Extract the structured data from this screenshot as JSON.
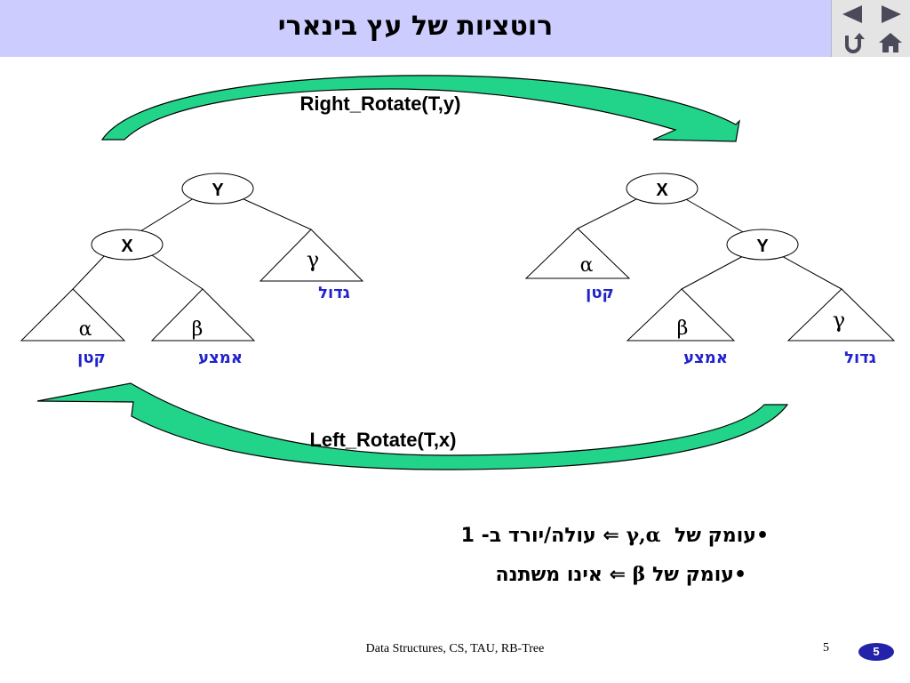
{
  "title": "רוטציות של עץ בינארי",
  "nav": {
    "prev_icon": "triangle-left-icon",
    "next_icon": "triangle-right-icon",
    "return_icon": "u-turn-return-icon",
    "home_icon": "home-icon"
  },
  "arrows": {
    "right_rotate_label": "Right_Rotate(T,y)",
    "left_rotate_label": "Left_Rotate(T,x)",
    "color": "#22d48a"
  },
  "left_tree": {
    "root_label": "Y",
    "child_label": "X",
    "subtrees": {
      "alpha": {
        "symbol": "α",
        "caption": "קטן"
      },
      "beta": {
        "symbol": "β",
        "caption": "אמצע"
      },
      "gamma": {
        "symbol": "γ",
        "caption": "גדול"
      }
    }
  },
  "right_tree": {
    "root_label": "X",
    "child_label": "Y",
    "subtrees": {
      "alpha": {
        "symbol": "α",
        "caption": "קטן"
      },
      "beta": {
        "symbol": "β",
        "caption": "אמצע"
      },
      "gamma": {
        "symbol": "γ",
        "caption": "גדול"
      }
    }
  },
  "caption_color": "#2222cc",
  "bullets": {
    "line1": {
      "bullet": "•",
      "text_a": "עומק של",
      "greek": "γ,α",
      "arrow": "⇐",
      "text_b": "עולה/יורד ב- 1"
    },
    "line2": {
      "bullet": "•",
      "text_a": "עומק של",
      "greek": "β",
      "arrow": "⇐",
      "text_b": "אינו משתנה"
    }
  },
  "footer": {
    "text": "Data Structures, CS, TAU, RB-Tree",
    "page_number": "5",
    "badge": "5"
  }
}
